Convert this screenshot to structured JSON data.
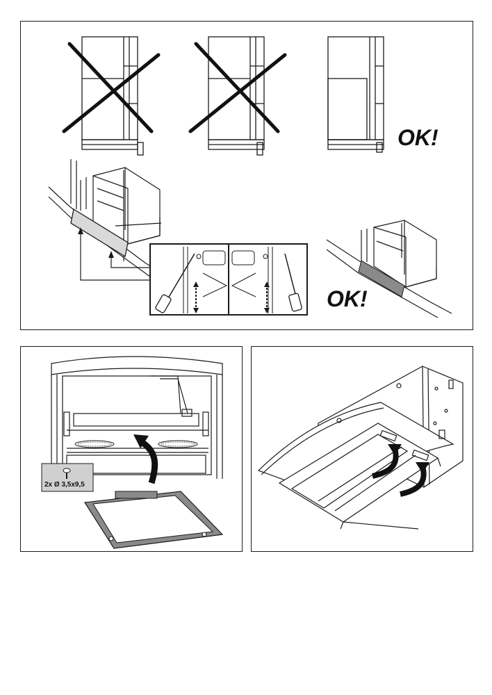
{
  "top_panel": {
    "ok_label_upper": "OK!",
    "ok_label_lower": "OK!"
  },
  "filter_panel": {
    "screw_spec": "2x Ø 3,5x9,5"
  },
  "colors": {
    "line": "#1a1a1a",
    "gray_fill": "#8a8a8a",
    "light_gray": "#d9d9d9"
  }
}
